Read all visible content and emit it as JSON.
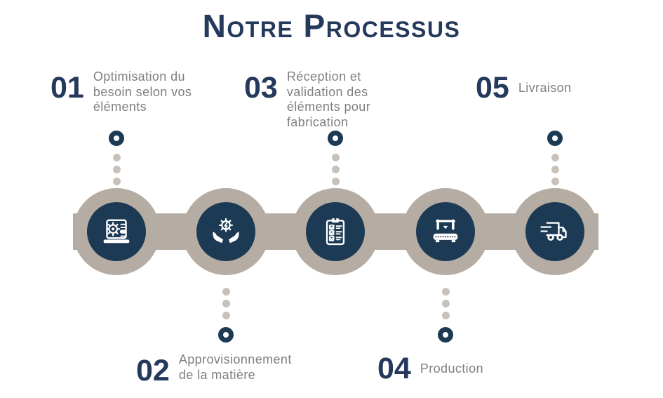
{
  "title": "Notre Processus",
  "colors": {
    "navy_text": "#24395c",
    "navy_shape": "#1d3a55",
    "beige_band": "#b5aca3",
    "beige_dot": "#c8c1b9",
    "gray_text": "#7f7f7f",
    "background": "#ffffff",
    "icon_stroke": "#ffffff"
  },
  "steps": [
    {
      "number": "01",
      "label": "Optimisation du\nbesoin selon vos\néléments",
      "icon": "laptop-gear-icon",
      "label_position": "top"
    },
    {
      "number": "02",
      "label": "Approvisionnement\nde la matière",
      "icon": "hands-gear-icon",
      "label_position": "bottom"
    },
    {
      "number": "03",
      "label": "Réception et\nvalidation des\néléments pour\nfabrication",
      "icon": "clipboard-checklist-icon",
      "label_position": "top"
    },
    {
      "number": "04",
      "label": "Production",
      "icon": "press-machine-icon",
      "label_position": "bottom"
    },
    {
      "number": "05",
      "label": "Livraison",
      "icon": "delivery-truck-icon",
      "label_position": "top"
    }
  ]
}
